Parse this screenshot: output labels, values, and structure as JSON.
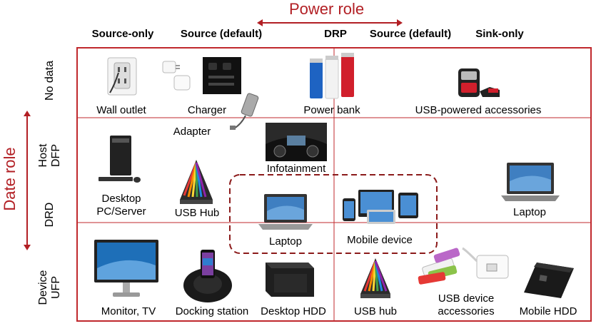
{
  "axes": {
    "power_role": "Power role",
    "data_role": "Date role",
    "accent": "#b21f24"
  },
  "columns": [
    "Source-only",
    "Source (default)",
    "DRP",
    "Source (default)",
    "Sink-only"
  ],
  "rows": {
    "no_data": "No data",
    "host": "Host DFP",
    "drd": "DRD",
    "device": "Device UFP"
  },
  "devices": {
    "wall_outlet": "Wall outlet",
    "charger": "Charger",
    "adapter": "Adapter",
    "power_bank": "Power bank",
    "usb_accessories": "USB-powered accessories",
    "infotainment": "Infotainment",
    "desktop_pc": "Desktop PC/Server",
    "usb_hub": "USB Hub",
    "laptop_drp": "Laptop",
    "mobile_device": "Mobile device",
    "laptop_sink": "Laptop",
    "monitor": "Monitor, TV",
    "docking_station": "Docking station",
    "desktop_hdd": "Desktop HDD",
    "usb_hub_device": "USB hub",
    "usb_device_accessories": "USB device accessories",
    "mobile_hdd": "Mobile HDD"
  }
}
